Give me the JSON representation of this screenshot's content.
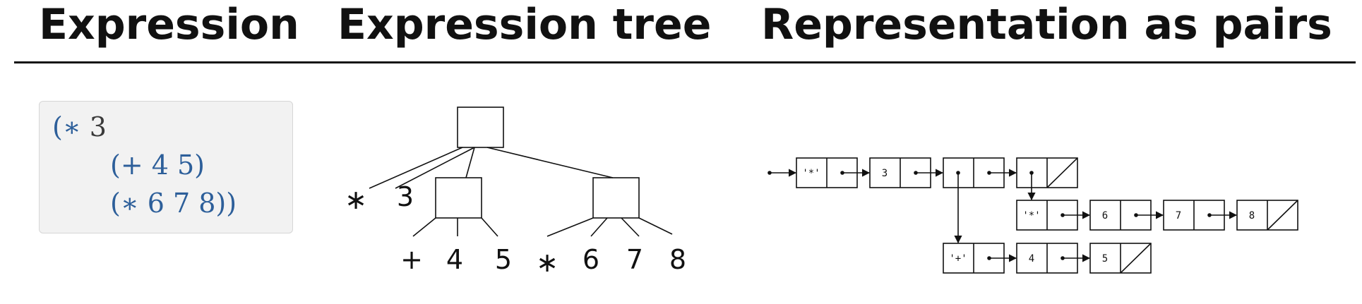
{
  "headers": {
    "expression": "Expression",
    "tree": "Expression tree",
    "pairs": "Representation as pairs"
  },
  "code": {
    "line1_open": "(∗",
    "line1_num": " 3",
    "line2": "(+ 4 5)",
    "line3": "(∗ 6 7 8))"
  },
  "tree": {
    "leaf_star": "∗",
    "leaf_3": "3",
    "leaf_plus": "+",
    "leaf_4": "4",
    "leaf_5": "5",
    "leaf_star2": "∗",
    "leaf_6": "6",
    "leaf_7": "7",
    "leaf_8": "8"
  },
  "pairs": {
    "row1": [
      "'*'",
      "3"
    ],
    "row2": [
      "'*'",
      "6",
      "7",
      "8"
    ],
    "row3": [
      "'+'",
      "4",
      "5"
    ]
  },
  "colors": {
    "code_text": "#2d5f9a",
    "code_bg": "#f2f2f2",
    "ink": "#111111"
  }
}
